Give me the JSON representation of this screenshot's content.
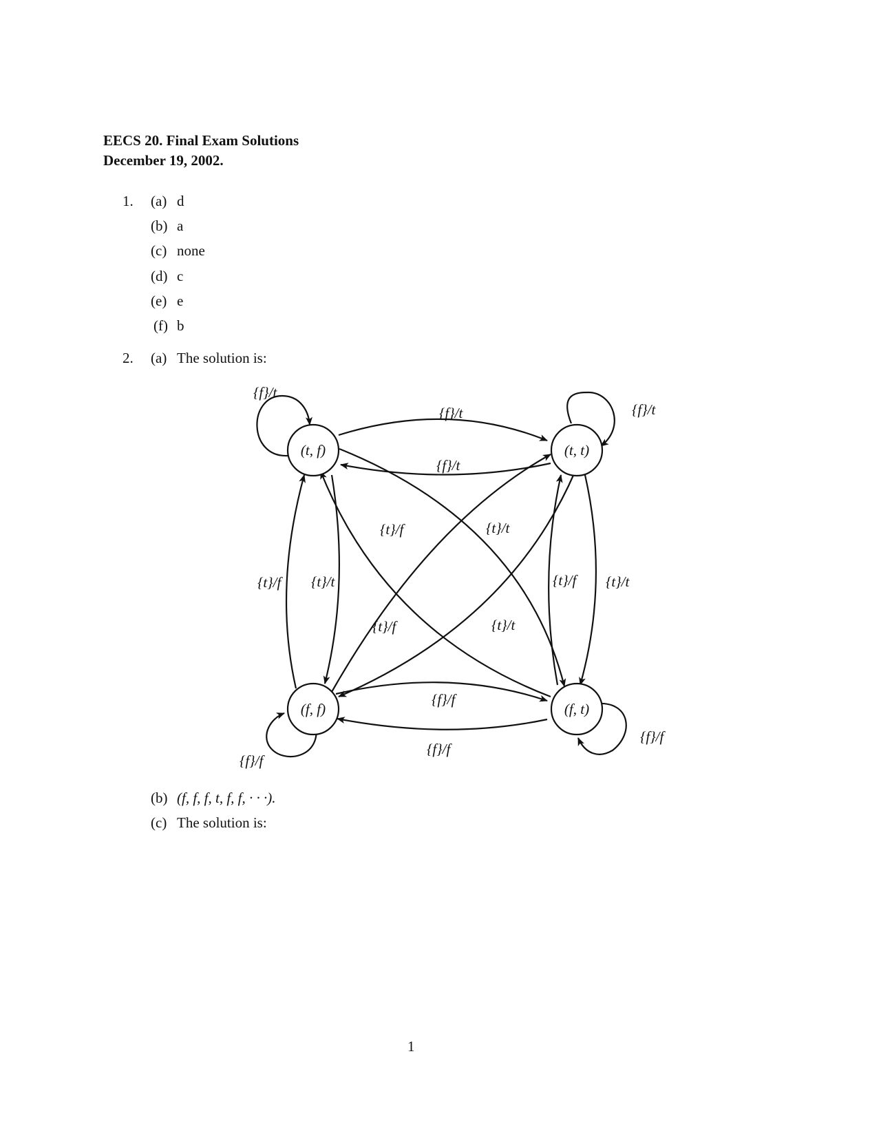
{
  "header": {
    "title": "EECS 20. Final Exam Solutions",
    "date": "December 19, 2002."
  },
  "q1": {
    "number": "1.",
    "parts": [
      {
        "label": "(a)",
        "answer": "d"
      },
      {
        "label": "(b)",
        "answer": "a"
      },
      {
        "label": "(c)",
        "answer": "none"
      },
      {
        "label": "(d)",
        "answer": "c"
      },
      {
        "label": "(e)",
        "answer": "e"
      },
      {
        "label": "(f)",
        "answer": "b"
      }
    ]
  },
  "q2": {
    "number": "2.",
    "a": {
      "label": "(a)",
      "text": "The solution is:"
    },
    "b": {
      "label": "(b)",
      "text": "(f, f, f, t, f, f, · · ·)."
    },
    "c": {
      "label": "(c)",
      "text": "The solution is:"
    }
  },
  "diagram": {
    "states": {
      "tf": "(t, f)",
      "tt": "(t, t)",
      "ff": "(f, f)",
      "ft": "(f, t)"
    },
    "edge_labels": {
      "loop_tf": "{f}/t",
      "loop_tt": "{f}/t",
      "loop_ff": "{f}/f",
      "loop_ft": "{f}/f",
      "tf_to_tt": "{f}/t",
      "tt_to_tf": "{f}/t",
      "ff_to_ft": "{f}/f",
      "ft_to_ff": "{f}/f",
      "ff_to_tf": "{t}/f",
      "tf_to_ff": "{t}/t",
      "ft_to_tt": "{t}/f",
      "tt_to_ft": "{t}/t",
      "diag_upper_left": "{t}/f",
      "diag_upper_right": "{t}/t",
      "diag_lower_left": "{t}/f",
      "diag_lower_right": "{t}/t"
    }
  },
  "page_number": "1"
}
